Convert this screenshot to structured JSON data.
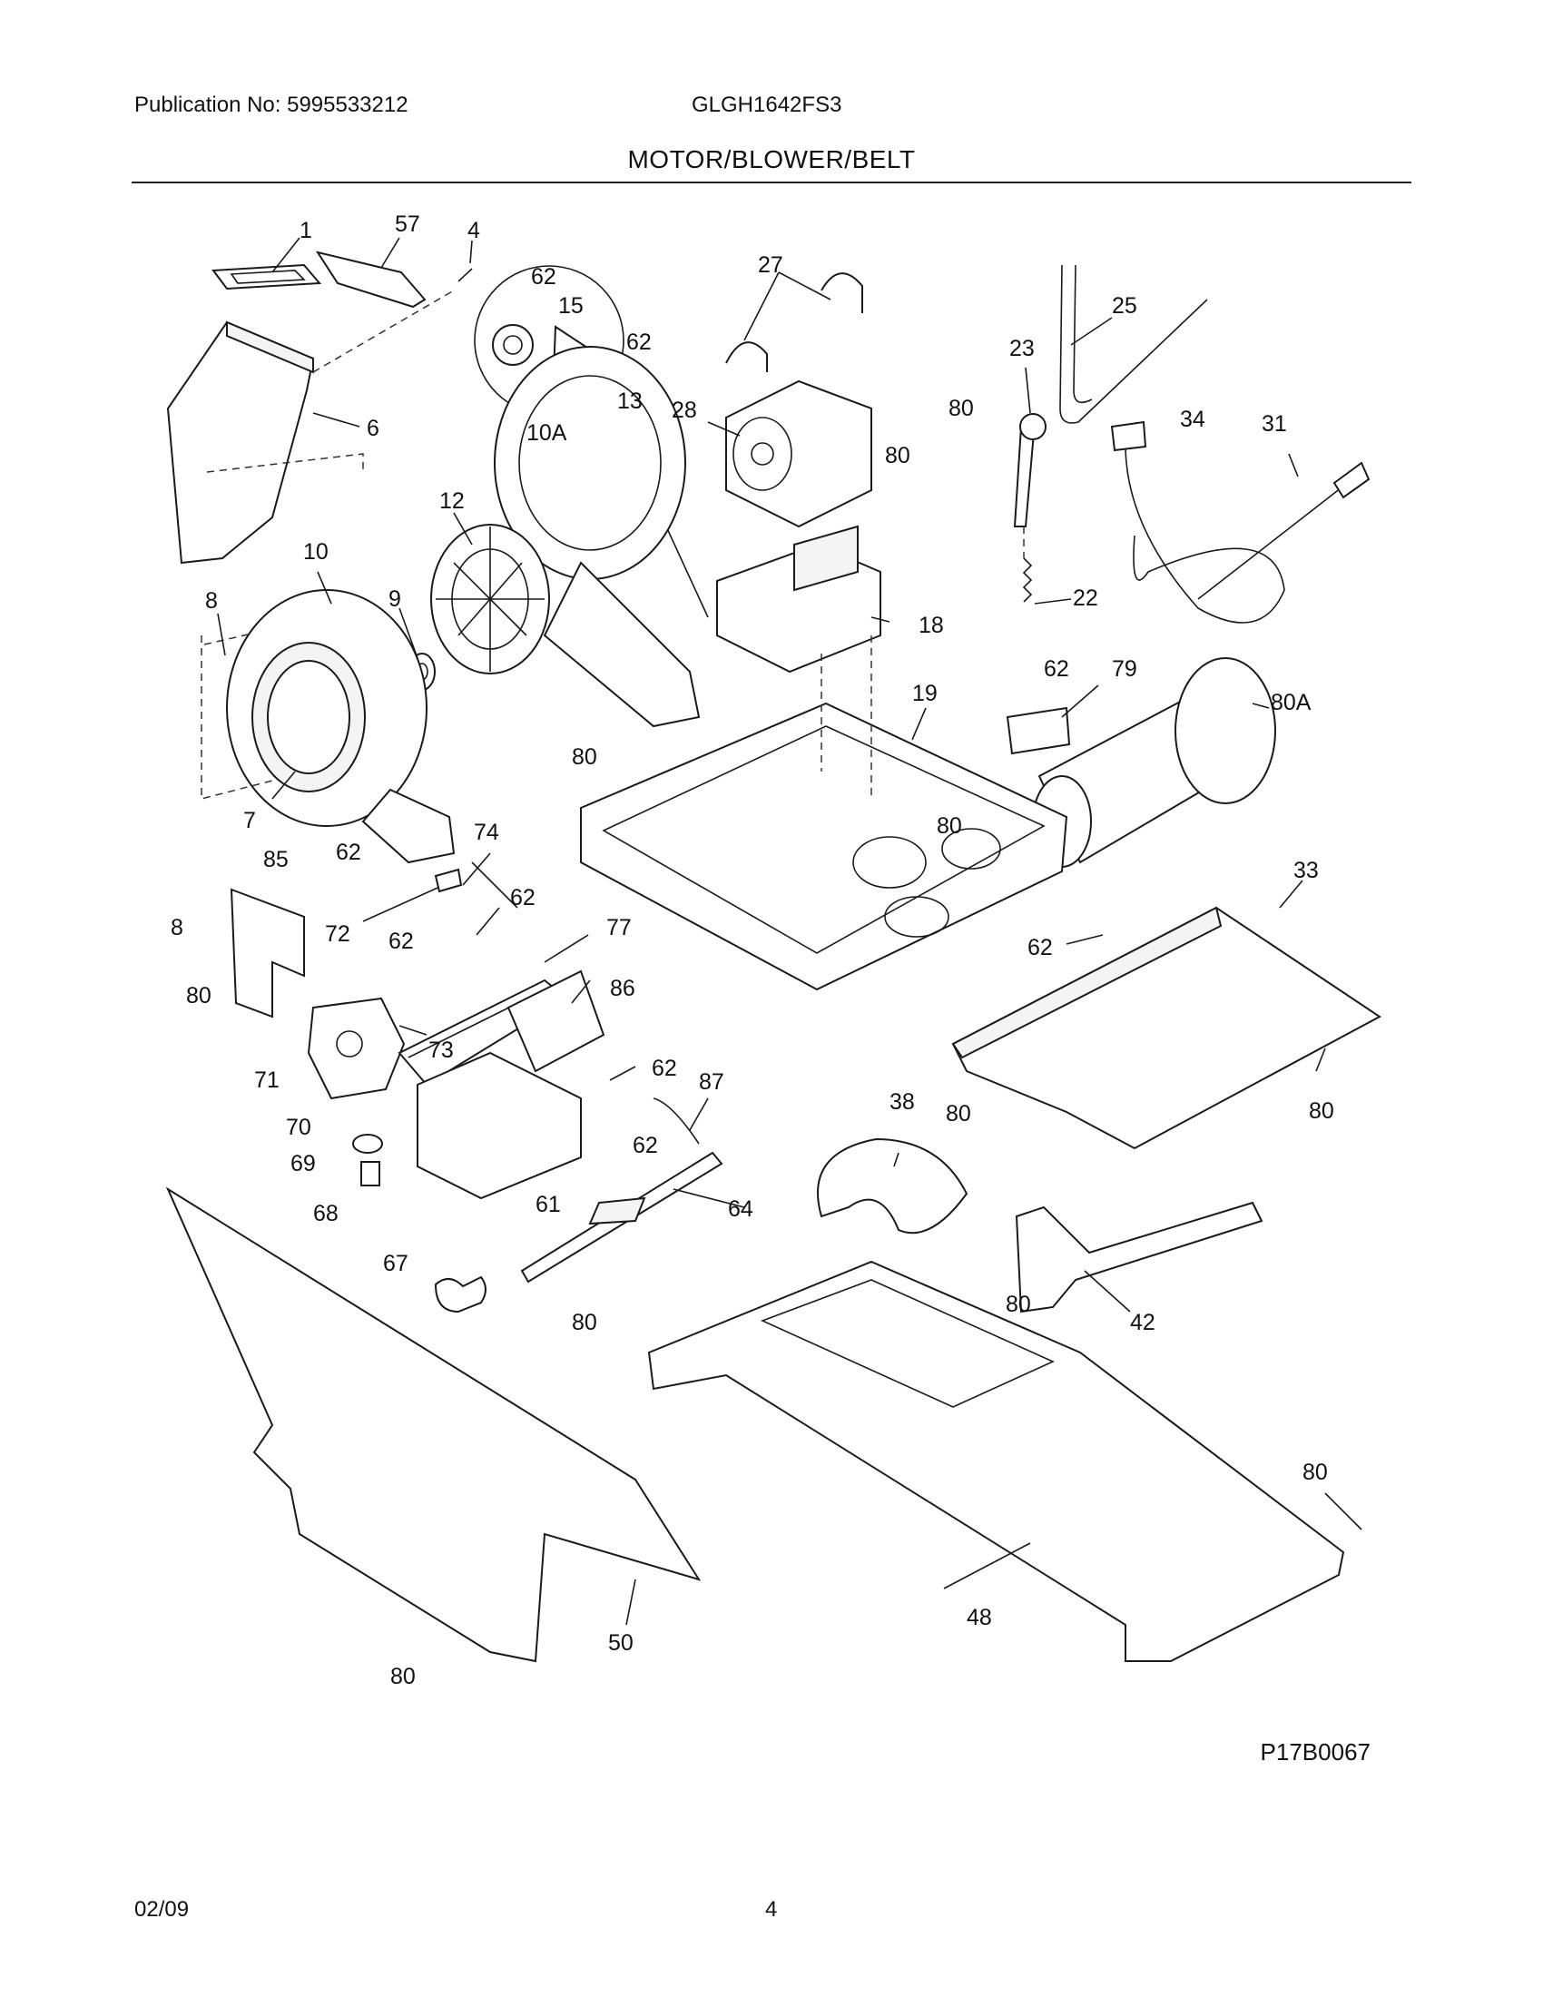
{
  "header": {
    "publication": "Publication No: 5995533212",
    "model": "GLGH1642FS3",
    "section_title": "MOTOR/BLOWER/BELT"
  },
  "diagram": {
    "code": "P17B0067",
    "callouts": [
      "1",
      "57",
      "4",
      "62",
      "15",
      "62",
      "13",
      "6",
      "10A",
      "12",
      "10",
      "9",
      "8",
      "7",
      "80",
      "27",
      "28",
      "80",
      "80",
      "18",
      "25",
      "23",
      "34",
      "31",
      "22",
      "62",
      "79",
      "80A",
      "19",
      "80",
      "62",
      "33",
      "85",
      "62",
      "74",
      "62",
      "8",
      "72",
      "77",
      "62",
      "80",
      "73",
      "86",
      "71",
      "62",
      "87",
      "70",
      "62",
      "69",
      "61",
      "68",
      "38",
      "80",
      "80",
      "64",
      "67",
      "80",
      "42",
      "80",
      "80",
      "50",
      "48",
      "80"
    ]
  },
  "footer": {
    "date": "02/09",
    "page": "4"
  }
}
